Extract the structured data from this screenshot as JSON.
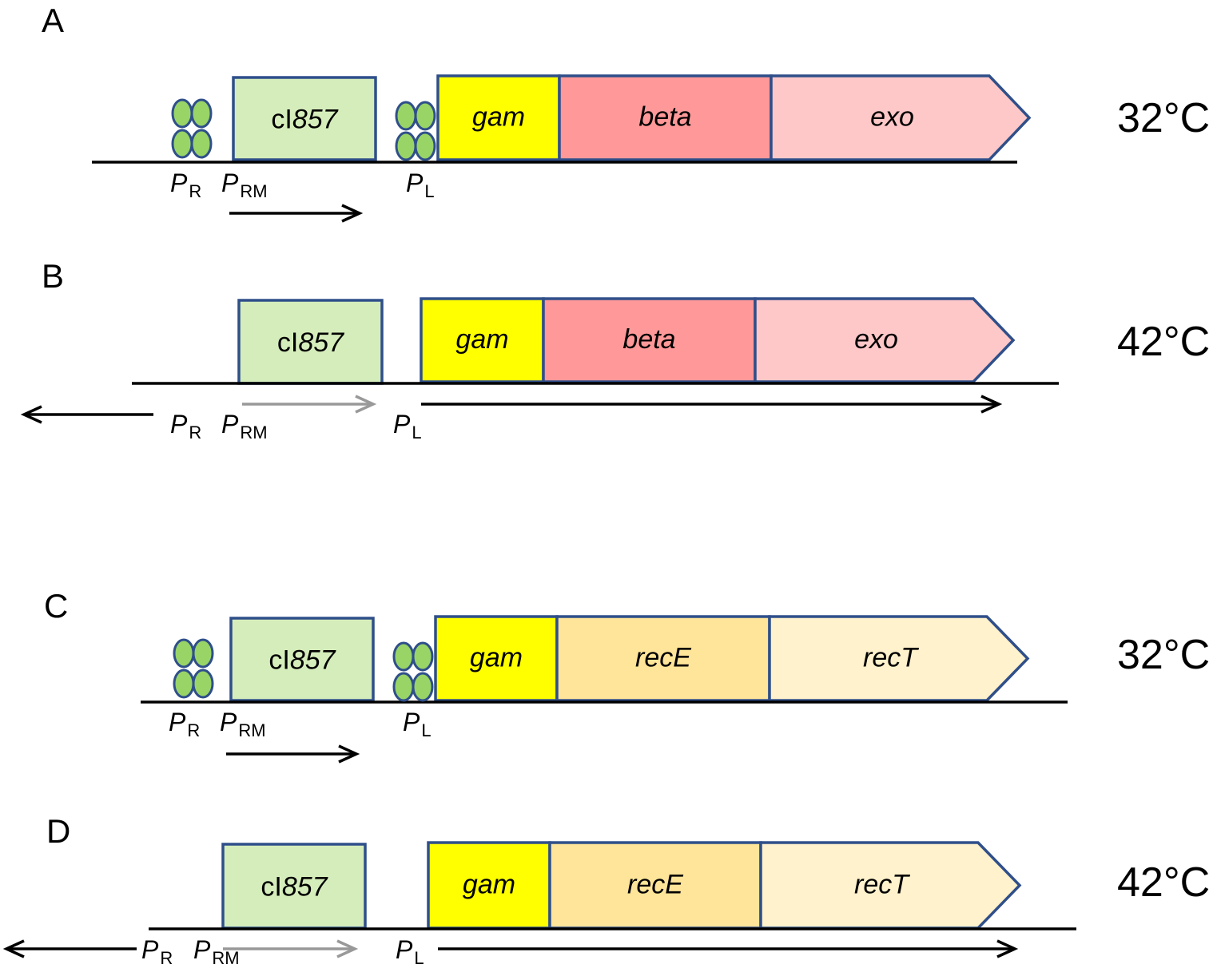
{
  "colors": {
    "outline": "#2f4f8a",
    "ci857": "#d5edbb",
    "gam": "#ffff00",
    "beta": "#ff9999",
    "exo": "#ffc8c8",
    "recE": "#ffe599",
    "recT": "#fff2cc",
    "repressor": "#99d466",
    "dna": "#000000",
    "arrow_active": "#000000",
    "arrow_weak": "#999999"
  },
  "panels": [
    {
      "label": "A",
      "temperature": "32°C",
      "repressors_bound": true,
      "genes": [
        {
          "pre": "c",
          "name": "I857",
          "italic": true
        },
        {
          "name": "gam"
        },
        {
          "name": "beta"
        },
        {
          "name": "exo"
        }
      ],
      "promoters": [
        {
          "p": "P",
          "sub": "R"
        },
        {
          "p": "P",
          "sub": "RM"
        },
        {
          "p": "P",
          "sub": "L"
        }
      ]
    },
    {
      "label": "B",
      "temperature": "42°C",
      "repressors_bound": false,
      "genes": [
        {
          "pre": "c",
          "name": "I857",
          "italic": true
        },
        {
          "name": "gam"
        },
        {
          "name": "beta"
        },
        {
          "name": "exo"
        }
      ],
      "promoters": [
        {
          "p": "P",
          "sub": "R"
        },
        {
          "p": "P",
          "sub": "RM"
        },
        {
          "p": "P",
          "sub": "L"
        }
      ]
    },
    {
      "label": "C",
      "temperature": "32°C",
      "repressors_bound": true,
      "genes": [
        {
          "pre": "c",
          "name": "I857",
          "italic": true
        },
        {
          "name": "gam"
        },
        {
          "name": "recE"
        },
        {
          "name": "recT"
        }
      ],
      "promoters": [
        {
          "p": "P",
          "sub": "R"
        },
        {
          "p": "P",
          "sub": "RM"
        },
        {
          "p": "P",
          "sub": "L"
        }
      ]
    },
    {
      "label": "D",
      "temperature": "42°C",
      "repressors_bound": false,
      "genes": [
        {
          "pre": "c",
          "name": "I857",
          "italic": true
        },
        {
          "name": "gam"
        },
        {
          "name": "recE"
        },
        {
          "name": "recT"
        }
      ],
      "promoters": [
        {
          "p": "P",
          "sub": "R"
        },
        {
          "p": "P",
          "sub": "RM"
        },
        {
          "p": "P",
          "sub": "L"
        }
      ]
    }
  ]
}
